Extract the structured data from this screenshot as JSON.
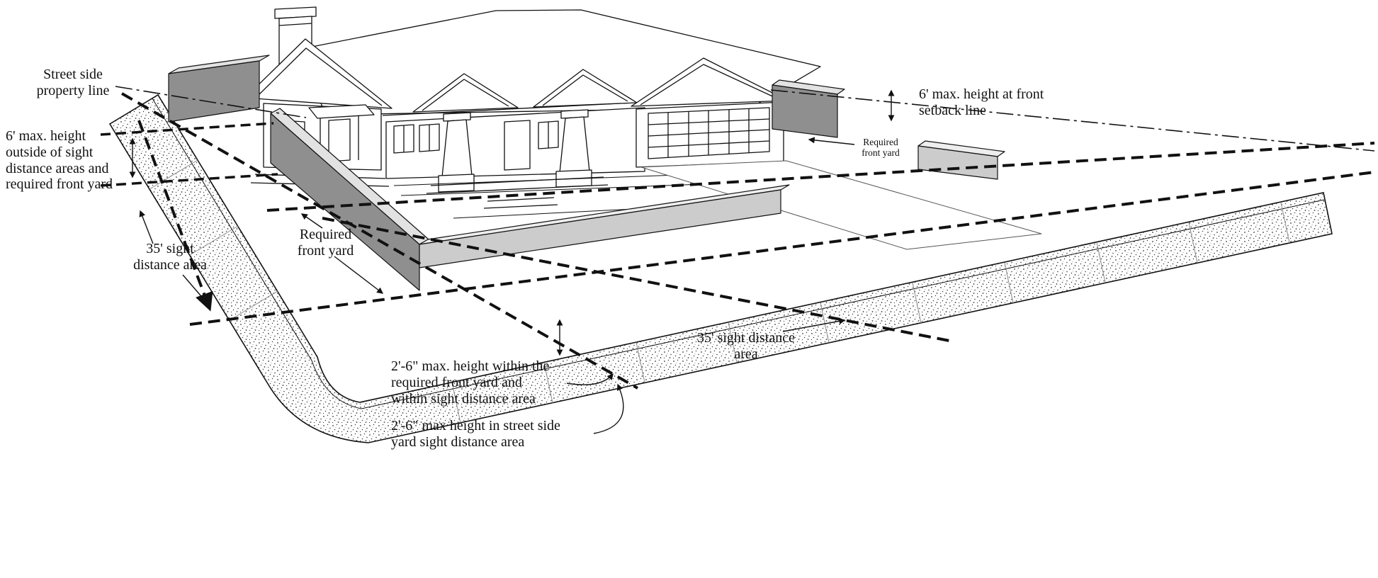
{
  "diagram": {
    "labels": {
      "street_side_property_line": "Street side\nproperty line",
      "max_height_outside_sight": "6' max. height\noutside of sight\ndistance areas and\nrequired front yard",
      "sight_distance_left": "35' sight\ndistance area",
      "required_front_yard_left": "Required\nfront yard",
      "max_height_front_setback": "6' max. height at front\nsetback line",
      "required_front_yard_right": "Required\nfront yard",
      "sight_distance_right": "35' sight distance\narea",
      "max_height_front_yard": "2'-6\" max. height within the\nrequired front yard and\nwithin sight distance area",
      "max_height_street_side_yard": "2'-6\" max height in street side\nyard sight distance area"
    },
    "colors": {
      "tall_fence": "#8f8f8f",
      "low_fence": "#cccccc",
      "fence_top": "#e2e2e2",
      "ink": "#111111",
      "background": "#ffffff"
    }
  }
}
